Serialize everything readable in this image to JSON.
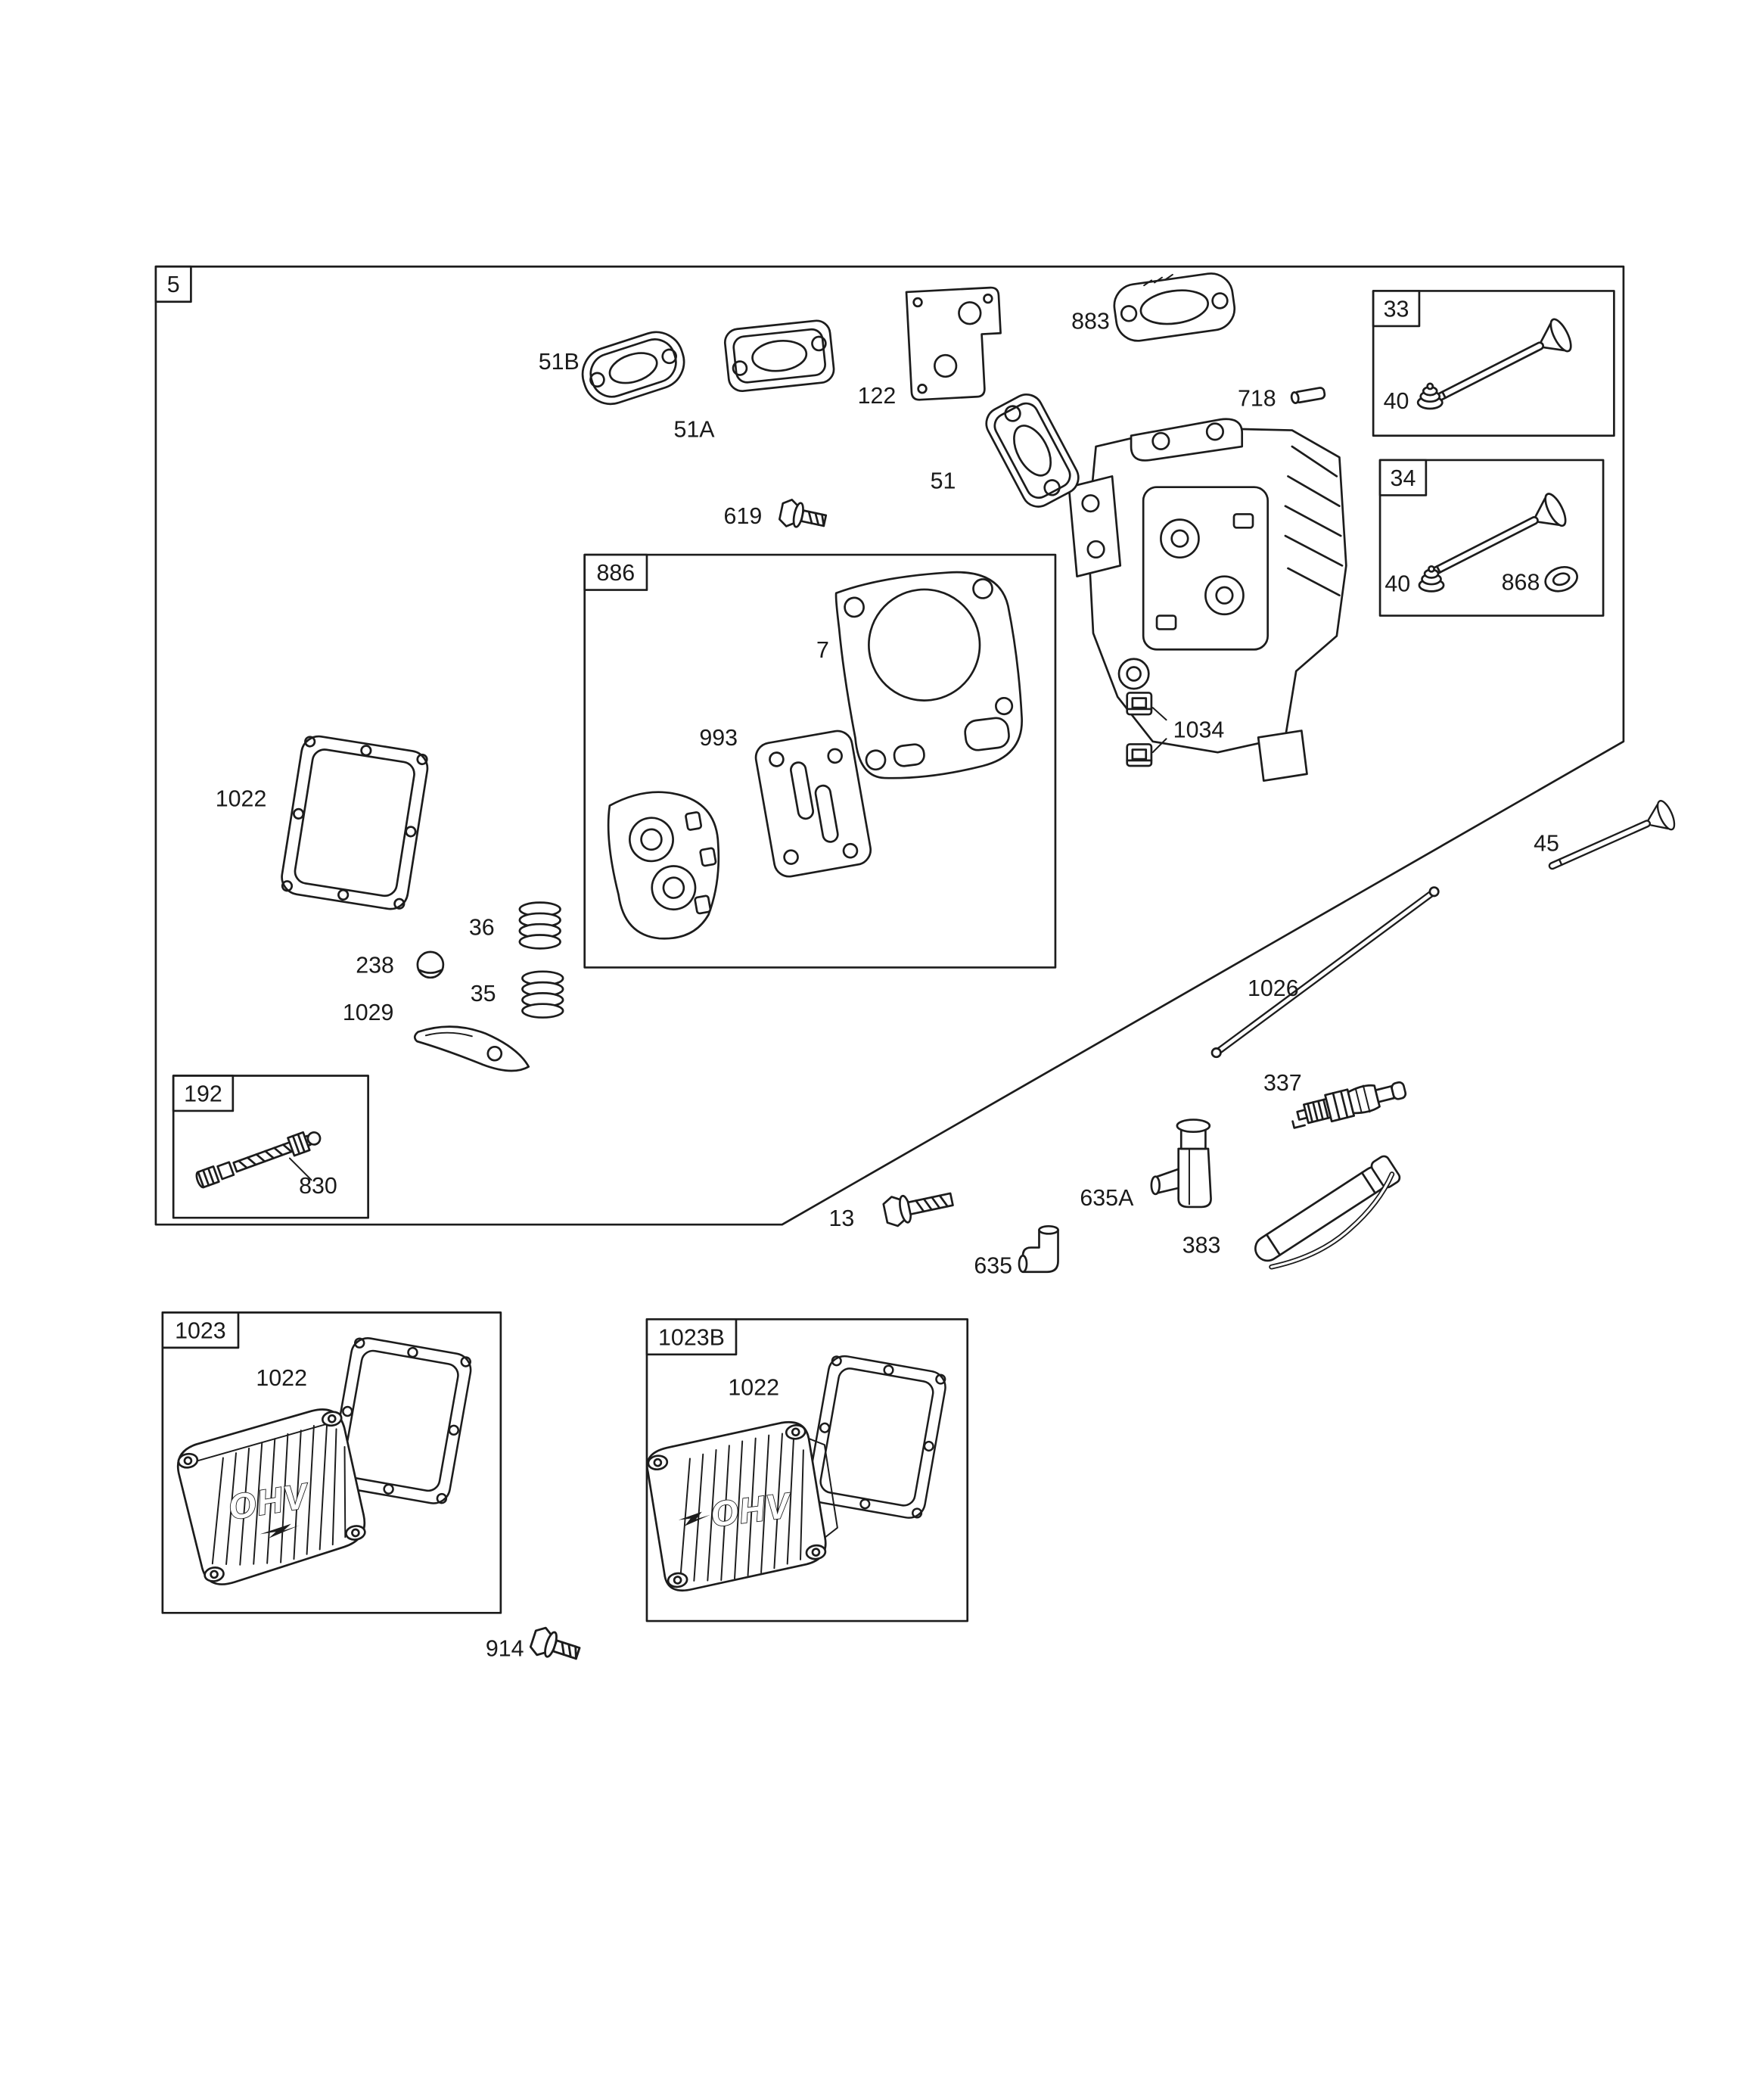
{
  "diagram": {
    "kind": "exploded-parts-diagram",
    "subject": "Engine cylinder head group",
    "background_color": "#ffffff",
    "line_color": "#1c1c1c",
    "boxes": {
      "b5": "5",
      "b33": "33",
      "b34": "34",
      "b886": "886",
      "b192": "192",
      "b1023": "1023",
      "b1023b": "1023B"
    },
    "callouts": {
      "c7": "7",
      "c13": "13",
      "c35": "35",
      "c36": "36",
      "c40": "40",
      "c45": "45",
      "c51": "51",
      "c51A": "51A",
      "c51B": "51B",
      "c122": "122",
      "c238": "238",
      "c337": "337",
      "c383": "383",
      "c619": "619",
      "c635": "635",
      "c635A": "635A",
      "c718": "718",
      "c830": "830",
      "c868": "868",
      "c883": "883",
      "c914": "914",
      "c993": "993",
      "c1022": "1022",
      "c1026": "1026",
      "c1029": "1029",
      "c1034": "1034"
    },
    "cover_logo": "OHV"
  }
}
